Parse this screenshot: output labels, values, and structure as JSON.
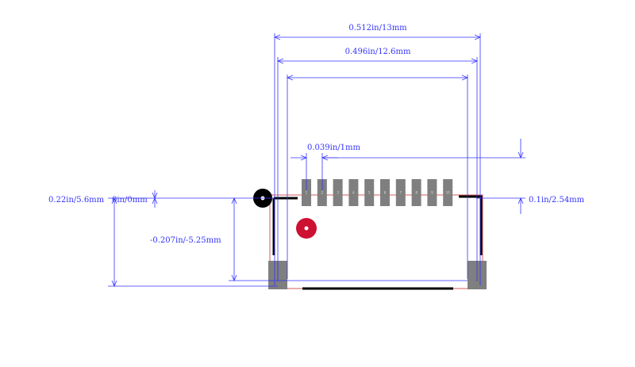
{
  "dimensions": {
    "overall_width": "0.512in/13mm",
    "inner_width": "0.496in/12.6mm",
    "pitch": "0.039in/1mm",
    "left_height": "0.22in/5.6mm",
    "origin": "0in/0mm",
    "pin_offset": "-0.207in/-5.25mm",
    "right_height": "0.1in/2.54mm"
  },
  "pins": [
    "1",
    "2",
    "3",
    "4",
    "5",
    "6",
    "7",
    "8",
    "9",
    "10"
  ],
  "colors": {
    "dimension": "#3333ff",
    "pad": "#7f7f7f",
    "outline": "#000000",
    "marker_origin": "#000000",
    "marker_pin1": "#cc1133",
    "courtyard": "#cc3333"
  }
}
